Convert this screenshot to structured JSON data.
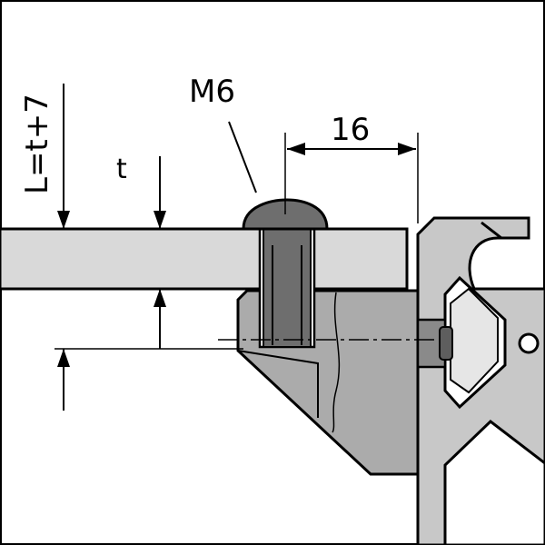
{
  "labels": {
    "bolt": "M6",
    "dimension_16": "16",
    "thickness": "t",
    "length_formula": "L=t+7"
  },
  "colors": {
    "background": "#ffffff",
    "plate": "#d9d9d9",
    "profile": "#c8c8c8",
    "bracket": "#ababab",
    "screw": "#6e6e6e",
    "line": "#000000"
  }
}
